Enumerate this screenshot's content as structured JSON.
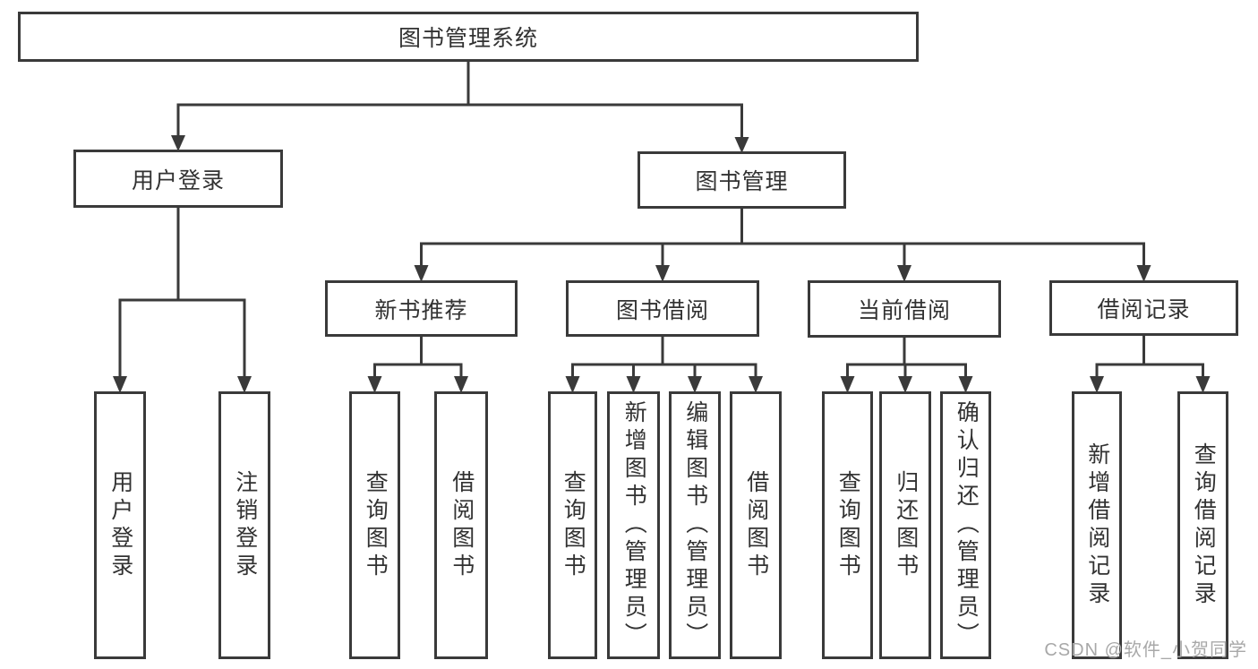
{
  "diagram": {
    "watermark": "CSDN @软件_小贺同学",
    "line_color": "#3a3a3a",
    "watermark_color": "#a8a8a8",
    "nodes": {
      "root": {
        "label": "图书管理系统"
      },
      "user_login": {
        "label": "用户登录"
      },
      "book_management": {
        "label": "图书管理"
      },
      "user_login_children": [
        {
          "label": "用户登录"
        },
        {
          "label": "注销登录"
        }
      ],
      "book_management_children": [
        {
          "label": "新书推荐",
          "children": [
            {
              "label": "查询图书"
            },
            {
              "label": "借阅图书"
            }
          ]
        },
        {
          "label": "图书借阅",
          "children": [
            {
              "label": "查询图书"
            },
            {
              "label": "新增图书（管理员）"
            },
            {
              "label": "编辑图书（管理员）"
            },
            {
              "label": "借阅图书"
            }
          ]
        },
        {
          "label": "当前借阅",
          "children": [
            {
              "label": "查询图书"
            },
            {
              "label": "归还图书"
            },
            {
              "label": "确认归还（管理员）"
            }
          ]
        },
        {
          "label": "借阅记录",
          "children": [
            {
              "label": "新增借阅记录"
            },
            {
              "label": "查询借阅记录"
            }
          ]
        }
      ]
    }
  }
}
